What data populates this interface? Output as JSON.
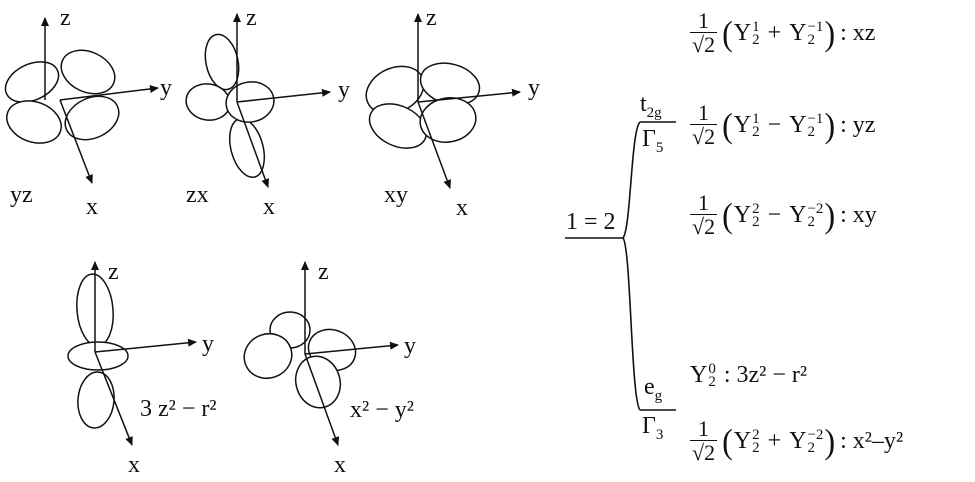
{
  "orbitals": {
    "yz": {
      "label": "yz",
      "axis_z": "z",
      "axis_y": "y",
      "axis_x": "x"
    },
    "zx": {
      "label": "zx",
      "axis_z": "z",
      "axis_y": "y",
      "axis_x": "x"
    },
    "xy": {
      "label": "xy",
      "axis_z": "z",
      "axis_y": "y",
      "axis_x": "x"
    },
    "z2": {
      "label": "3 z² − r²",
      "axis_z": "z",
      "axis_y": "y",
      "axis_x": "x"
    },
    "x2y2": {
      "label": "x² − y²",
      "axis_z": "z",
      "axis_y": "y",
      "axis_x": "x"
    }
  },
  "splitting": {
    "root": "1 = 2",
    "upper": {
      "label": "t",
      "label_sub": "2g",
      "gamma": "Γ",
      "gamma_sub": "5"
    },
    "lower": {
      "label": "e",
      "label_sub": "g",
      "gamma": "Γ",
      "gamma_sub": "3"
    }
  },
  "expressions": {
    "xz": {
      "num": "1",
      "den": "2",
      "Y": "Y",
      "a_sup": "1",
      "a_sub": "2",
      "op": "+",
      "b_sup": "−1",
      "b_sub": "2",
      "result": ": xz"
    },
    "yz": {
      "num": "1",
      "den": "2",
      "Y": "Y",
      "a_sup": "1",
      "a_sub": "2",
      "op": "−",
      "b_sup": "−1",
      "b_sub": "2",
      "result": ": yz"
    },
    "xy": {
      "num": "1",
      "den": "2",
      "Y": "Y",
      "a_sup": "2",
      "a_sub": "2",
      "op": "−",
      "b_sup": "−2",
      "b_sub": "2",
      "result": ": xy"
    },
    "z2": {
      "Y": "Y",
      "a_sup": "0",
      "a_sub": "2",
      "result": ": 3z² − r²"
    },
    "x2y2": {
      "num": "1",
      "den": "2",
      "Y": "Y",
      "a_sup": "2",
      "a_sub": "2",
      "op": "+",
      "b_sup": "−2",
      "b_sub": "2",
      "result": ": x²–y²"
    }
  }
}
